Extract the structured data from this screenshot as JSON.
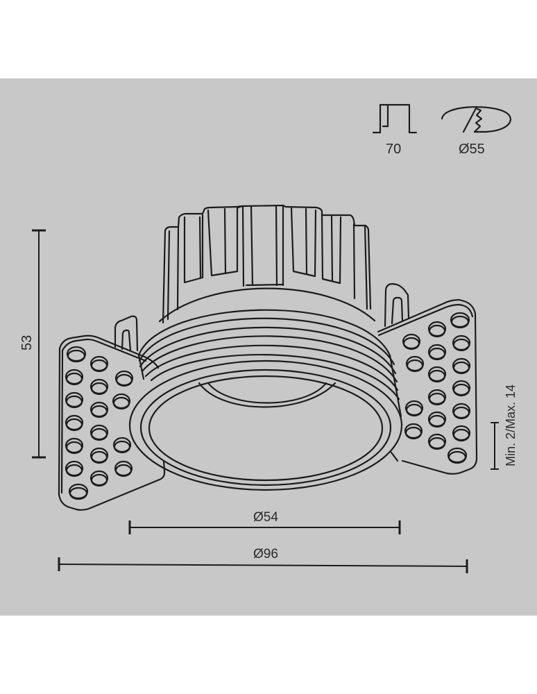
{
  "diagram": {
    "background_color": "#c8c8c8",
    "line_color": "#1c1c1c",
    "subject": "recessed downlight with bracket wings (technical line drawing)",
    "icons": [
      {
        "name": "beam-angle-icon",
        "value": "70"
      },
      {
        "name": "cutout-diameter-icon",
        "value": "Ø55"
      }
    ],
    "dimensions": {
      "height": "53",
      "ceiling_thickness": "Min. 2/Max. 14",
      "trim_inner_diameter": "Ø54",
      "overall_diameter": "Ø96"
    }
  }
}
